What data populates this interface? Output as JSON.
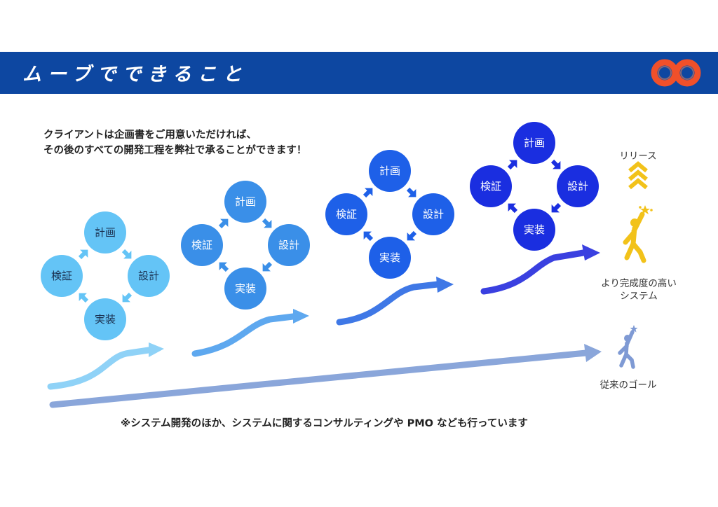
{
  "header": {
    "title": "ムーブでできること"
  },
  "intro": {
    "line1": "クライアントは企画書をご用意いただければ、",
    "line2": "その後のすべての開発工程を弊社で承ることができます！"
  },
  "cycle_labels": {
    "plan": "計画",
    "design": "設計",
    "implement": "実装",
    "verify": "検証"
  },
  "cycle_colors": [
    "#64c4f6",
    "#3a8fe8",
    "#1e60e8",
    "#1a2ee0"
  ],
  "arrow_colors": [
    "#8fd2f7",
    "#5ea8ef",
    "#3f78e6",
    "#3a40e0"
  ],
  "goal_arrow_color": "#8aa6da",
  "release": {
    "label": "リリース",
    "caption_line1": "より完成度の高い",
    "caption_line2": "システム"
  },
  "traditional": {
    "label": "従来のゴール"
  },
  "footnote": "※システム開発のほか、システムに関するコンサルティングや PMO なども行っています"
}
